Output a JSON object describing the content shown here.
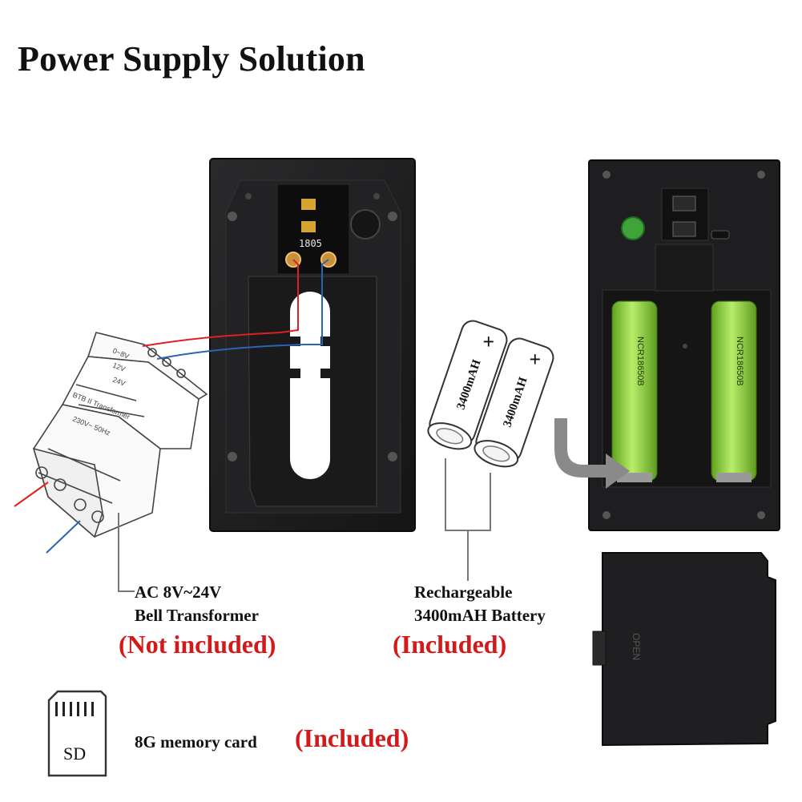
{
  "title": "Power Supply Solution",
  "transformer": {
    "caption_line1": "AC 8V~24V",
    "caption_line2": "Bell Transformer",
    "status": "(Not included)",
    "label_name": "BTB II   Transformer",
    "label_0v": "0~8V",
    "label_12v": "12V",
    "label_24v": "24V",
    "label_mains": "230V~ 50Hz"
  },
  "battery": {
    "caption_line1": "Rechargeable",
    "caption_line2": "3400mAH Battery",
    "status": "(Included)",
    "cell_label": "3400mAH",
    "plus": "+",
    "cell_model": "NCR18650B"
  },
  "board": {
    "display_text": "1805"
  },
  "cover": {
    "open_text": "OPEN"
  },
  "memory_card": {
    "sd_label": "SD",
    "caption": "8G memory card",
    "status": "(Included)"
  },
  "colors": {
    "red_text": "#d4191b",
    "device_body": "#1d1d1f",
    "battery_green": "#8fd13a",
    "wire_red": "#e02020",
    "wire_blue": "#2b63b5"
  }
}
